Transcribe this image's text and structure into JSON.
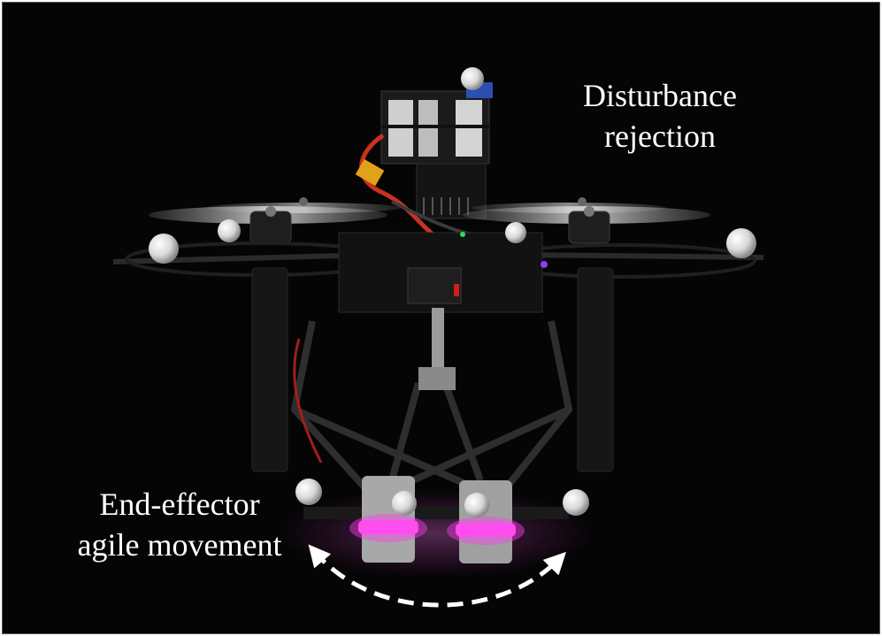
{
  "labels": {
    "disturbance_line1": "Disturbance",
    "disturbance_line2": "rejection",
    "effector_line1": "End-effector",
    "effector_line2": "agile movement"
  },
  "colors": {
    "background": "#050505",
    "text": "#ffffff",
    "glow": "#ff3cf0",
    "arrow": "#ffffff"
  },
  "icons": {
    "motion_arrow": "curved-dashed-arrow-icon"
  }
}
